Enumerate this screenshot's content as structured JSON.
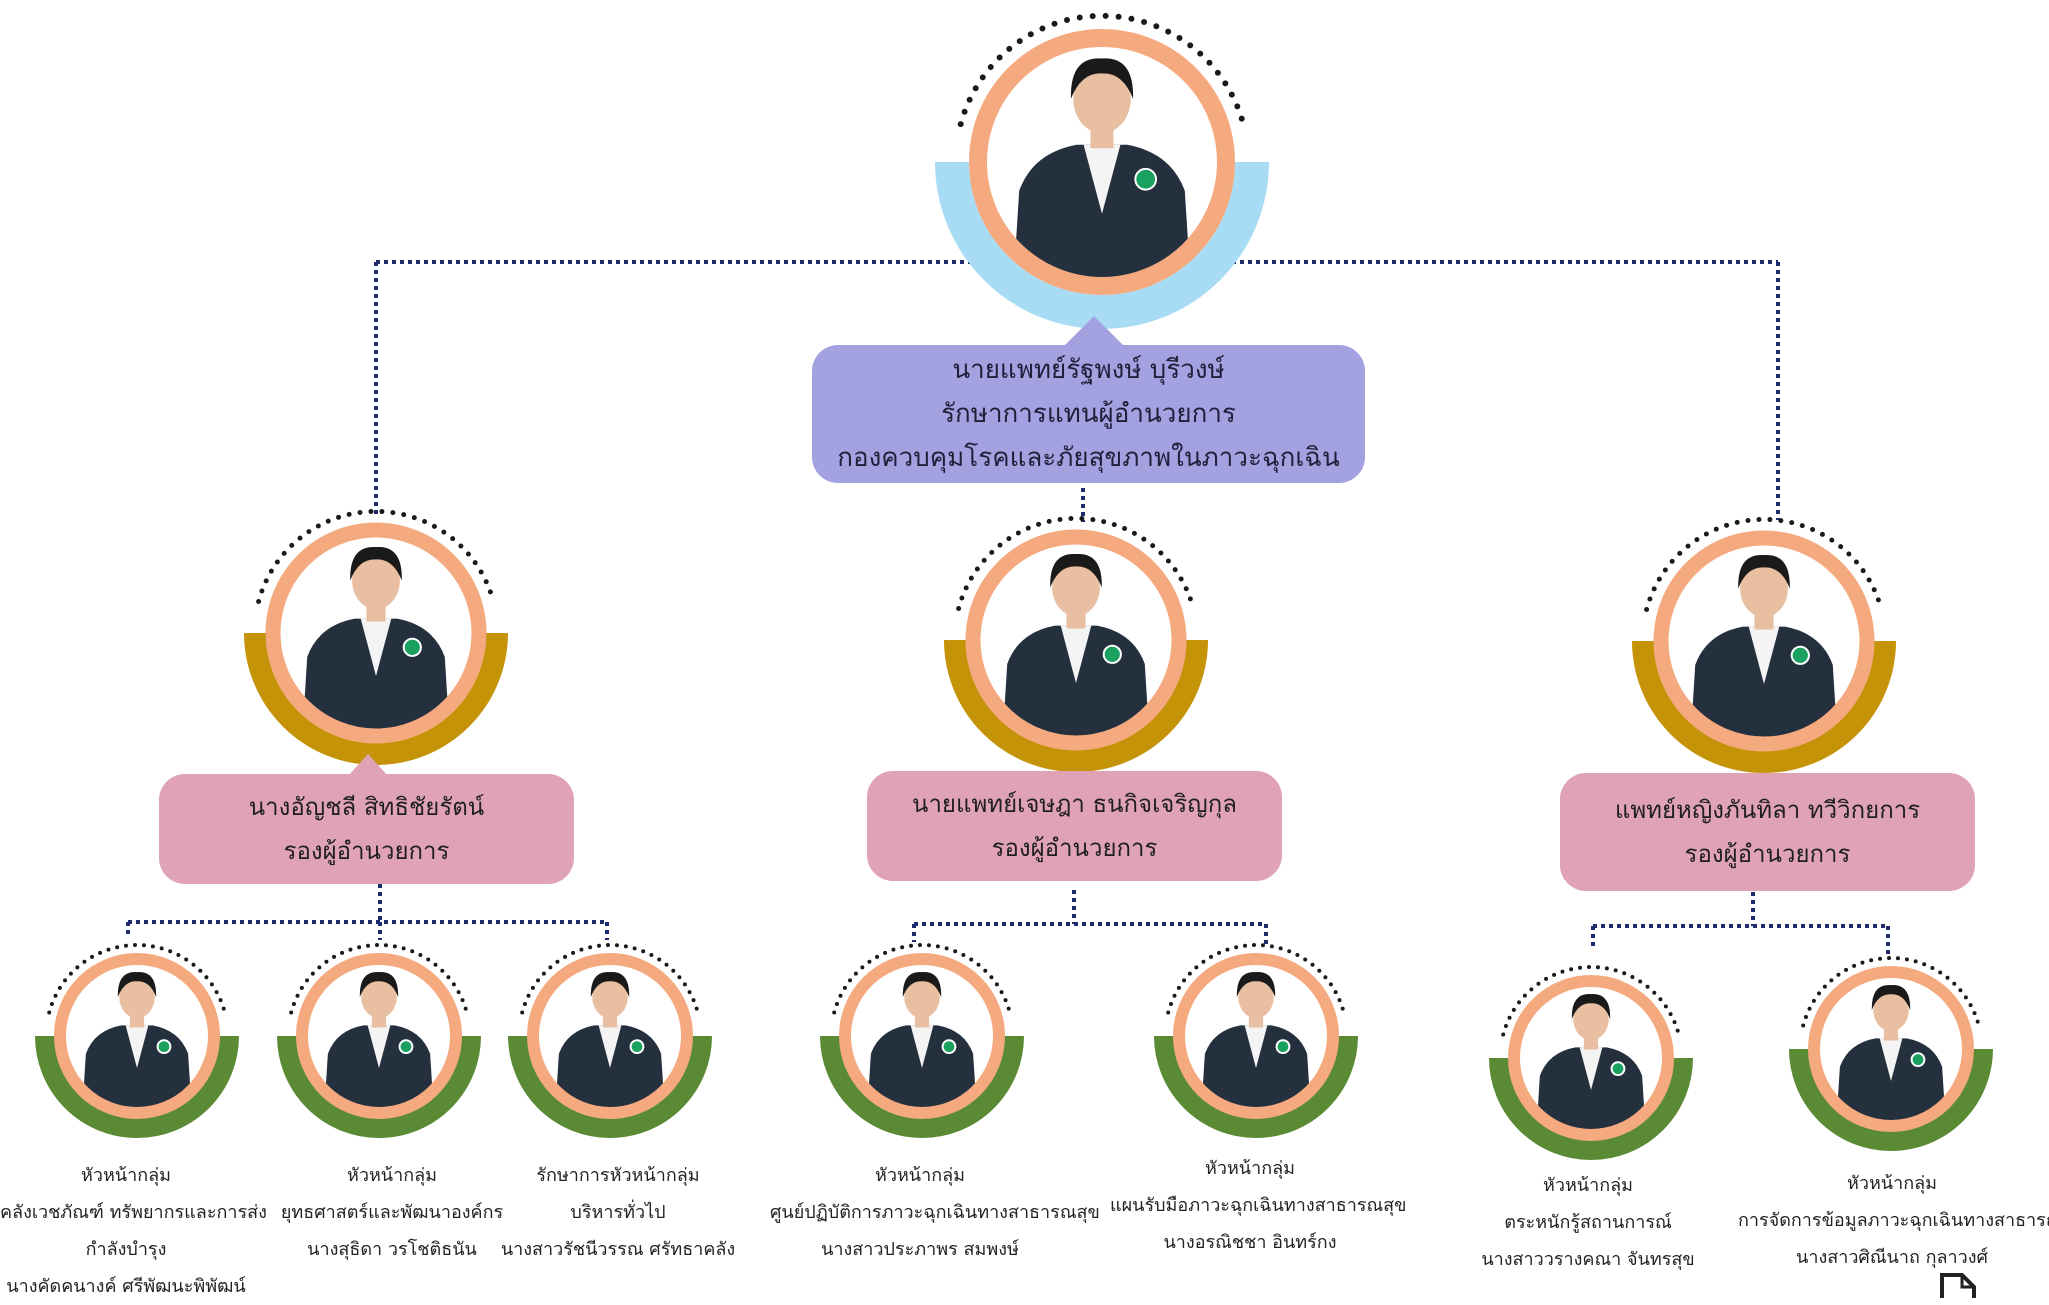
{
  "director": {
    "lines": [
      "นายแพทย์รัฐพงษ์ บุรีวงษ์",
      "รักษาการแทนผู้อำนวยการ",
      "กองควบคุมโรคและภัยสุขภาพในภาวะฉุกเฉิน"
    ],
    "ring_color": "#f5a97f",
    "arc_color": "#a8dcf5"
  },
  "deputies": [
    {
      "lines": [
        "นางอัญชลี  สิทธิชัยรัตน์",
        "รองผู้อำนวยการ"
      ]
    },
    {
      "lines": [
        "นายแพทย์เจษฎา  ธนกิจเจริญกุล",
        "รองผู้อำนวยการ"
      ]
    },
    {
      "lines": [
        "แพทย์หญิงภันทิลา ทวีวิกยการ",
        "รองผู้อำนวยการ"
      ]
    }
  ],
  "heads": [
    {
      "lines": [
        "หัวหน้ากลุ่ม",
        "คลังเวชภัณฑ์ ทรัพยากรและการส่ง",
        "กำลังบำรุง",
        "นางคัดคนางค์  ศรีพัฒนะพิพัฒน์"
      ]
    },
    {
      "lines": [
        "หัวหน้ากลุ่ม",
        "ยุทธศาสตร์และพัฒนาองค์กร",
        "นางสุธิดา  วรโชติธนัน"
      ]
    },
    {
      "lines": [
        "รักษาการหัวหน้ากลุ่ม",
        "บริหารทั่วไป",
        "นางสาวรัชนีวรรณ  ศรัทธาคลัง"
      ]
    },
    {
      "lines": [
        "หัวหน้ากลุ่ม",
        "ศูนย์ปฏิบัติการภาวะฉุกเฉินทางสาธารณสุข",
        "นางสาวประภาพร  สมพงษ์"
      ]
    },
    {
      "lines": [
        "หัวหน้ากลุ่ม",
        "แผนรับมือภาวะฉุกเฉินทางสาธารณสุข",
        "นางอรณิชชา อินทร์กง"
      ]
    },
    {
      "lines": [
        "หัวหน้ากลุ่ม",
        "ตระหนักรู้สถานการณ์",
        "นางสาววรางคณา จันทรสุข"
      ]
    },
    {
      "lines": [
        "หัวหน้ากลุ่ม",
        "การจัดการข้อมูลภาวะฉุกเฉินทางสาธารณสุข",
        "นางสาวศิณีนาถ  กุลาวงศ์"
      ]
    }
  ],
  "colors": {
    "connector": "#1d2a6e",
    "ring_peach": "#f5a97f",
    "arc_gold": "#c49307",
    "arc_green": "#5b8a35",
    "suit": "#25303f",
    "skin": "#e8bfa0",
    "hair": "#1a1a1a",
    "badge": "#1aa05f"
  },
  "icons": {
    "corner": "document-icon"
  }
}
